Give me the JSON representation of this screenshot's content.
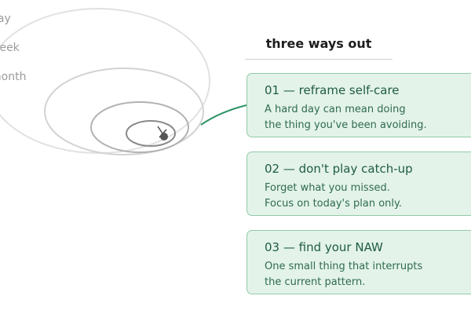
{
  "spiral": {
    "labels": [
      "day",
      "week",
      "month"
    ],
    "ring_color": "#cccccc",
    "inner_ring_color": "#8a8a8a",
    "connector_color": "#2e9466",
    "dot_color": "#555555"
  },
  "panel": {
    "heading": "three ways out",
    "card_fill": "#e3f3ea",
    "card_border": "#93caa9",
    "cards": [
      {
        "title": "01 — reframe self-care",
        "lines": [
          "A hard day can mean doing",
          "the thing you've been avoiding."
        ]
      },
      {
        "title": "02 — don't play catch-up",
        "lines": [
          "Forget what you missed.",
          "Focus on today's plan only."
        ]
      },
      {
        "title": "03 — find your NAW",
        "lines": [
          "One small thing that interrupts",
          "the current pattern."
        ]
      }
    ]
  }
}
